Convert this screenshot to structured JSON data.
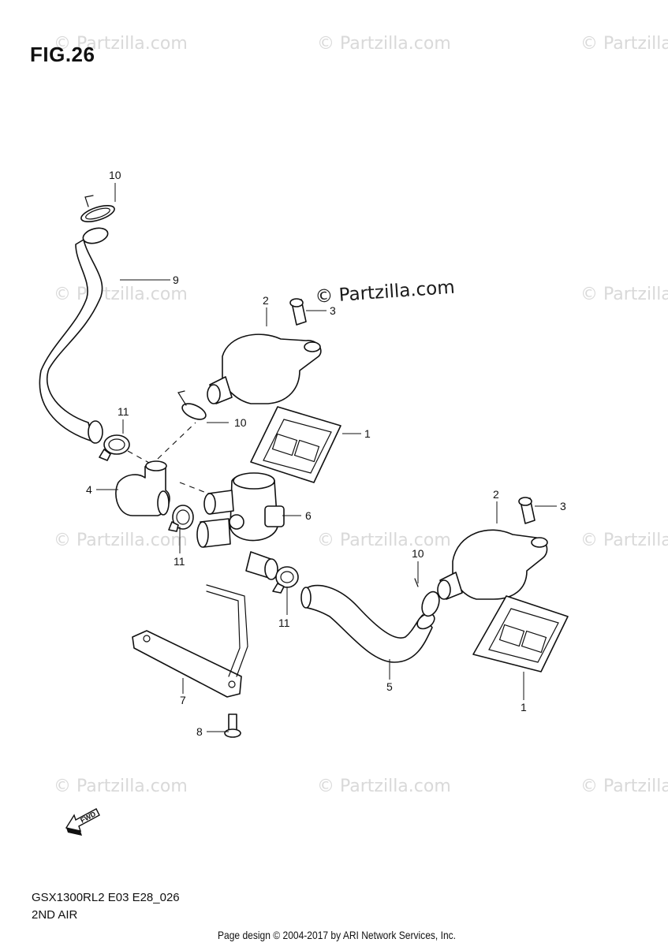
{
  "figure": {
    "title": "FIG.26"
  },
  "diagram_code": "GSX1300RL2 E03 E28_026",
  "diagram_name": "2ND AIR",
  "footer": "Page design © 2004-2017 by ARI Network Services, Inc.",
  "watermark": "© Partzilla.com",
  "fwd_label": "FWD",
  "callouts": {
    "c1a": "1",
    "c1b": "1",
    "c2a": "2",
    "c2b": "2",
    "c3a": "3",
    "c3b": "3",
    "c4": "4",
    "c5": "5",
    "c6": "6",
    "c7": "7",
    "c8": "8",
    "c9": "9",
    "c10a": "10",
    "c10b": "10",
    "c10c": "10",
    "c11a": "11",
    "c11b": "11",
    "c11c": "11"
  }
}
